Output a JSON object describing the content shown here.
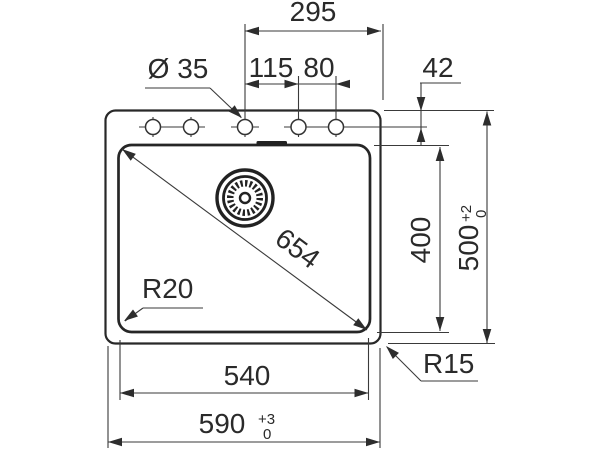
{
  "drawing": {
    "type": "sink-installation-dimension-drawing",
    "labels": {
      "dim_295": "295",
      "dim_115": "115",
      "dim_80": "80",
      "hole_dia": "Ø 35",
      "dim_42": "42",
      "dim_400": "400",
      "dim_500": "500",
      "tol_500_plus": "+2",
      "tol_500_minus": "0",
      "dim_654": "654",
      "radius_inner": "R20",
      "radius_outer": "R15",
      "dim_540": "540",
      "dim_590": "590",
      "tol_590_plus": "+3",
      "tol_590_minus": "0"
    },
    "colors": {
      "background": "#ffffff",
      "line": "#3a3a3a",
      "outline": "#282828",
      "text": "#2a2a2a"
    }
  }
}
